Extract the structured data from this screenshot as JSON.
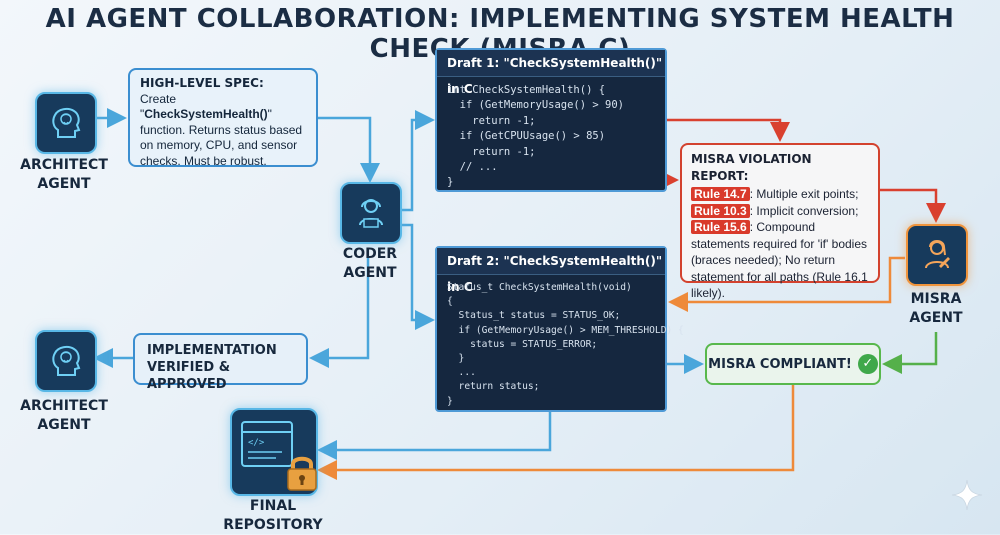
{
  "title": "AI AGENT COLLABORATION: IMPLEMENTING SYSTEM HEALTH CHECK (MISRA C)",
  "agents": {
    "architect_top": "ARCHITECT\nAGENT",
    "architect_bottom": "ARCHITECT\nAGENT",
    "coder": "CODER\nAGENT",
    "misra": "MISRA\nAGENT",
    "repository": "FINAL REPOSITORY"
  },
  "spec": {
    "heading": "HIGH-LEVEL SPEC:",
    "text_pre": "Create \"",
    "text_bold": "CheckSystemHealth()",
    "text_post": "\" function. Returns status based on memory, CPU, and sensor checks. Must be robust."
  },
  "draft1": {
    "heading": "Draft 1: \"CheckSystemHealth()\" in C",
    "code": "int CheckSystemHealth() {\n  if (GetMemoryUsage() > 90)\n    return -1;\n  if (GetCPUUsage() > 85)\n    return -1;\n  // ...\n}"
  },
  "draft2": {
    "heading": "Draft 2: \"CheckSystemHealth()\" in C",
    "code": "Status_t CheckSystemHealth(void)\n{\n  Status_t status = STATUS_OK;\n  if (GetMemoryUsage() > MEM_THRESHOLD) {\n    status = STATUS_ERROR;\n  }\n  ...\n  return status;\n}"
  },
  "violation": {
    "heading": "MISRA VIOLATION REPORT:",
    "items": [
      {
        "rule": "Rule 14.7",
        "text": ": Multiple exit points;"
      },
      {
        "rule": "Rule 10.3",
        "text": ": Implicit conversion;"
      },
      {
        "rule": "Rule 15.6",
        "text": ": Compound statements required for 'if' bodies (braces needed); No return statement for all paths (Rule 16.1 likely)."
      }
    ]
  },
  "approved": {
    "line1": "IMPLEMENTATION",
    "line2": "VERIFIED & APPROVED"
  },
  "compliant": {
    "label": "MISRA COMPLIANT!",
    "check": "✓"
  },
  "colors": {
    "blue_flow": "#4aa6db",
    "red_flow": "#d9402f",
    "orange_flow": "#ee8a3a",
    "green_flow": "#55b04a",
    "code_bg": "#15273f"
  }
}
